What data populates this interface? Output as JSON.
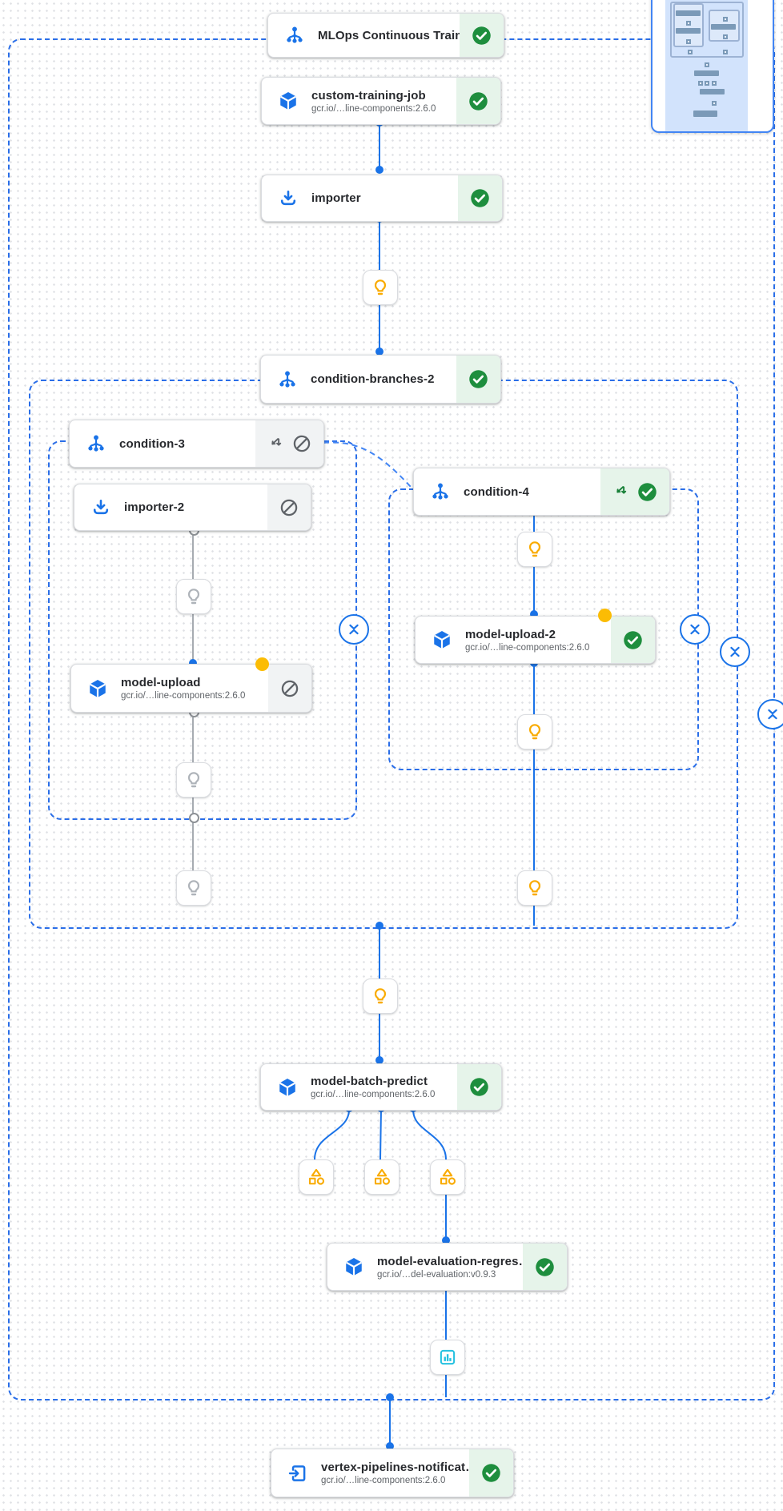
{
  "pipeline": {
    "name": "MLOps Continuous Traini…",
    "nodes": {
      "mlops_root": {
        "title": "MLOps Continuous Traini…",
        "type": "pipeline",
        "status": "succeeded"
      },
      "custom_training_job": {
        "title": "custom-training-job",
        "subtitle": "gcr.io/…line-components:2.6.0",
        "type": "component",
        "status": "succeeded"
      },
      "importer": {
        "title": "importer",
        "type": "importer",
        "status": "succeeded"
      },
      "condition_branches_2": {
        "title": "condition-branches-2",
        "type": "condition",
        "status": "succeeded"
      },
      "condition_3": {
        "title": "condition-3",
        "type": "condition",
        "status": "skipped"
      },
      "importer_2": {
        "title": "importer-2",
        "type": "importer",
        "status": "skipped"
      },
      "model_upload": {
        "title": "model-upload",
        "subtitle": "gcr.io/…line-components:2.6.0",
        "type": "component",
        "status": "skipped"
      },
      "condition_4": {
        "title": "condition-4",
        "type": "condition",
        "status": "succeeded"
      },
      "model_upload_2": {
        "title": "model-upload-2",
        "subtitle": "gcr.io/…line-components:2.6.0",
        "type": "component",
        "status": "succeeded"
      },
      "model_batch_predict": {
        "title": "model-batch-predict",
        "subtitle": "gcr.io/…line-components:2.6.0",
        "type": "component",
        "status": "succeeded"
      },
      "model_evaluation_regression": {
        "title": "model-evaluation-regres…",
        "subtitle": "gcr.io/…del-evaluation:v0.9.3",
        "type": "component",
        "status": "succeeded"
      },
      "vertex_pipelines_notification": {
        "title": "vertex-pipelines-notificat…",
        "subtitle": "gcr.io/…line-components:2.6.0",
        "type": "component",
        "status": "succeeded"
      }
    },
    "colors": {
      "accent_blue": "#1a73e8",
      "success_green": "#1e8e3e",
      "success_bg": "#e6f4ea",
      "skipped_bg": "#f1f3f4",
      "artifact_amber": "#f9ab00",
      "pending_amber_dot": "#fbbc04",
      "metrics_teal": "#24c1e0",
      "edge_gray": "#a6abb1"
    }
  }
}
